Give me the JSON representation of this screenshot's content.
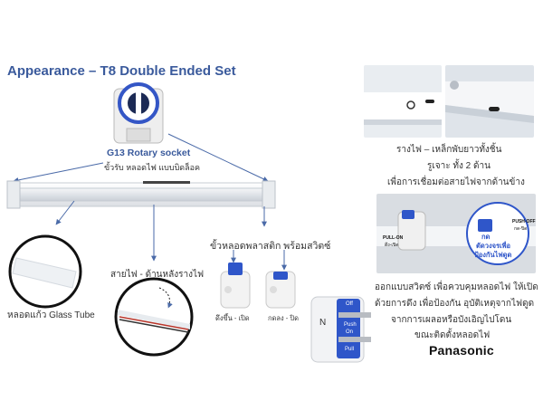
{
  "title": "Appearance – T8 Double Ended Set",
  "socket": {
    "name": "G13 Rotary socket",
    "desc": "ขั้วรับ หลอดไฟ แบบบิดล็อค"
  },
  "tube_label": "หลอดแก้ว Glass Tube",
  "wire_label": "สายไฟ - ด้านหลังรางไฟ",
  "plastic_label": "ขั้วหลอดพลาสติก พร้อมสวิตซ์",
  "switch_states": {
    "pulled": "ดึงขึ้น - เปิด",
    "pushed": "กดลง - ปิด"
  },
  "rail": {
    "line1": "รางไฟ – เหล็กพับยาวทั้งชิ้น",
    "line2": "รูเจาะ ทั้ง 2 ด้าน",
    "line3": "เพื่อการเชื่อมต่อสายไฟจากด้านข้าง"
  },
  "photo_labels": {
    "push_off": "PUSH-OFF",
    "push_off_th": "กด-ปิด",
    "pull_on": "PULL-ON",
    "pull_on_th": "ดึง-เปิด",
    "callout_l1": "กด",
    "callout_l2": "ตัดวงจรเพื่อ",
    "callout_l3": "ป้องกันไฟดูด"
  },
  "plug_labels": {
    "n": "N",
    "off": "Off",
    "push": "Push",
    "on": "On",
    "pull": "Pull"
  },
  "switch_design": {
    "line1": "ออกแบบสวิตซ์ เพื่อควบคุมหลอดไฟ ให้เปิด",
    "line2": "ด้วยการดึง เพื่อป้องกัน อุบัติเหตุจากไฟดูด",
    "line3": "จากการเผลอหรือบังเอิญไปโดน",
    "line4": "ขณะติดตั้งหลอดไฟ"
  },
  "brand": "Panasonic",
  "colors": {
    "title": "#3a5a9c",
    "accent_blue": "#2f56c9",
    "arrow": "#4a6aa8"
  }
}
